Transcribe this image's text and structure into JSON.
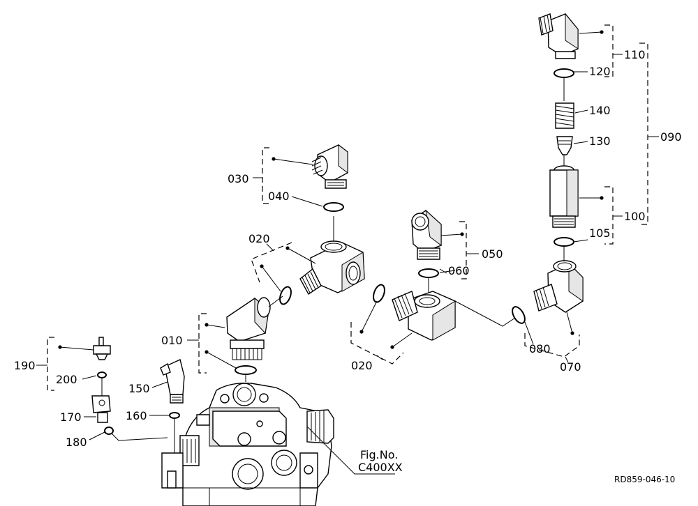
{
  "callouts": {
    "c010": "010",
    "c020a": "020",
    "c020b": "020",
    "c030": "030",
    "c040": "040",
    "c050": "050",
    "c060": "060",
    "c070": "070",
    "c080": "080",
    "c090": "090",
    "c100": "100",
    "c105": "105",
    "c110": "110",
    "c120": "120",
    "c130": "130",
    "c140": "140",
    "c150": "150",
    "c160": "160",
    "c170": "170",
    "c180": "180",
    "c190": "190",
    "c200": "200"
  },
  "reference": {
    "fig_label": "Fig.No.",
    "fig_code": "C400XX",
    "drawing_code": "RD859-046-10"
  }
}
